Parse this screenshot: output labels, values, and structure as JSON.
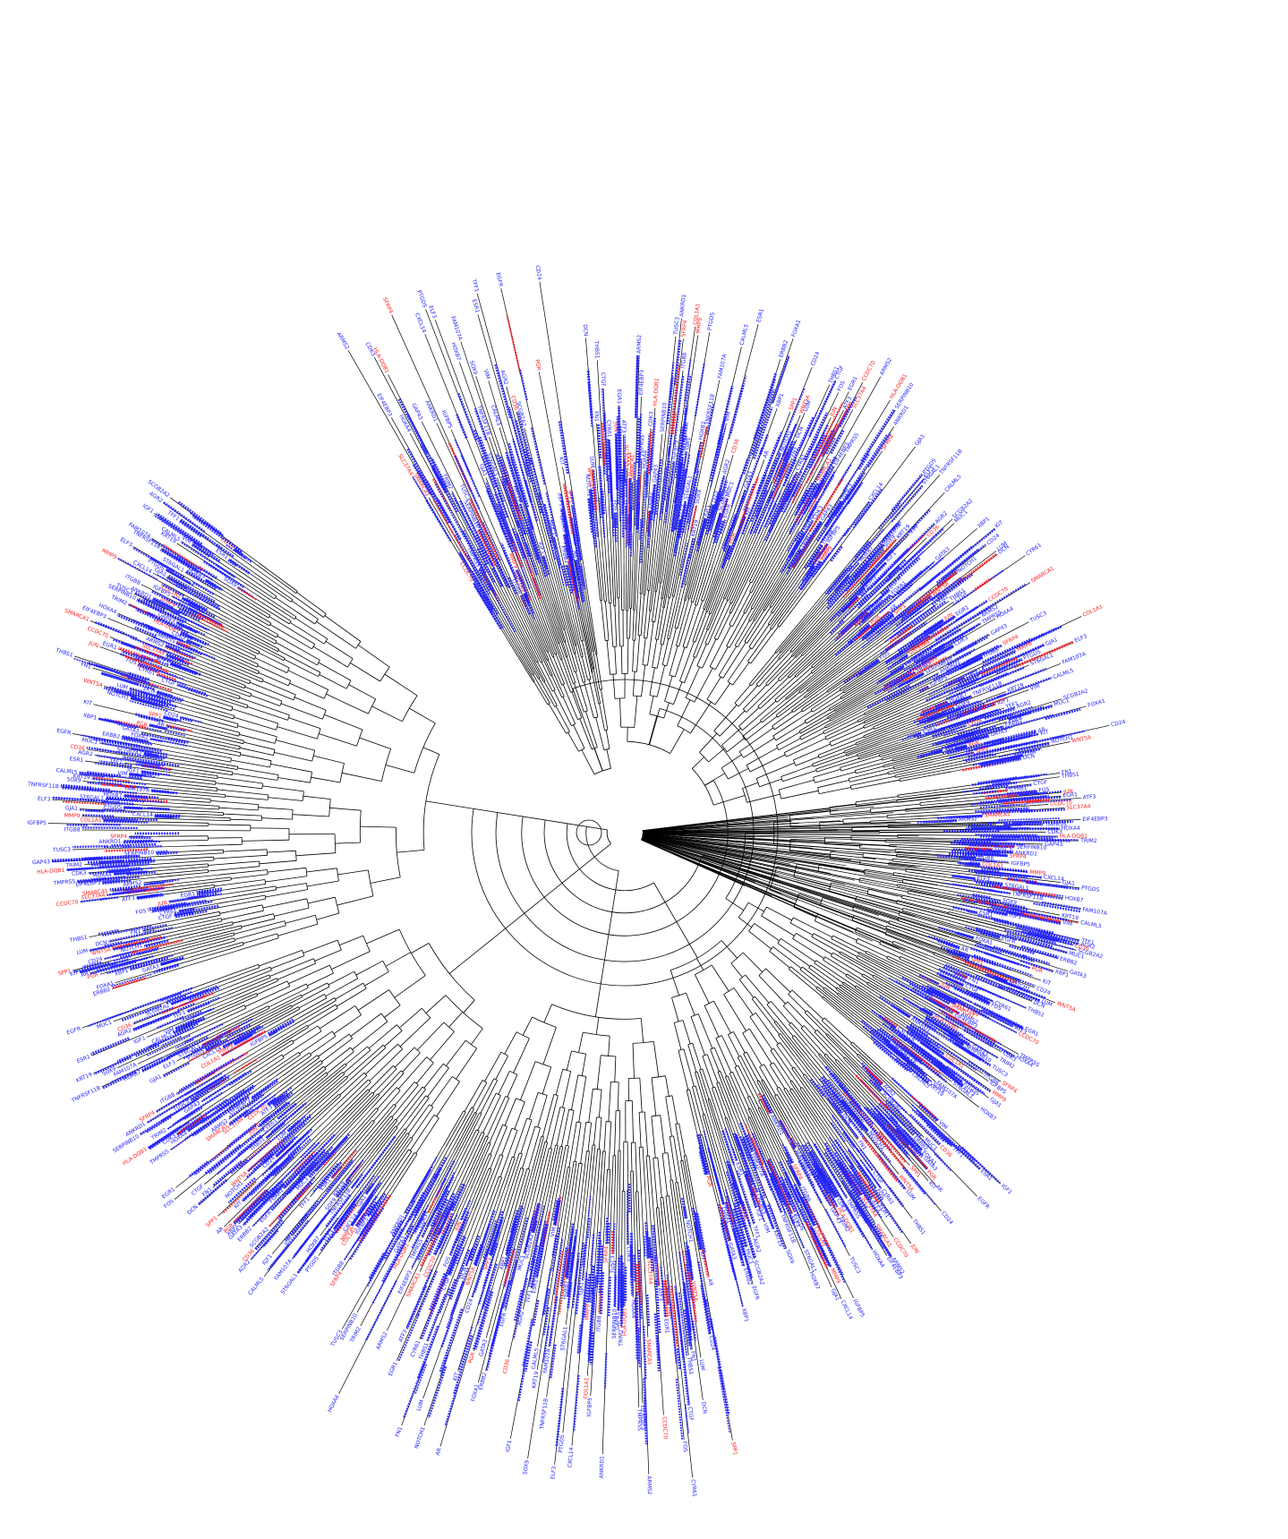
{
  "figure": {
    "type": "circular-dendrogram",
    "background": "#ffffff",
    "branch_color": "#000000",
    "label_colors": {
      "default": "#2020ff",
      "highlighted": "#ff2020"
    },
    "legible_labels": [
      {
        "text": "CCDC70",
        "color": "highlighted"
      },
      {
        "text": "SLC37A4",
        "color": "highlighted"
      },
      {
        "text": "SMARCA1",
        "color": "highlighted"
      },
      {
        "text": "ARMS2",
        "color": "default"
      },
      {
        "text": "EIF4EBP3",
        "color": "default"
      },
      {
        "text": "TMPRSS",
        "color": "default"
      },
      {
        "text": "HOXA4",
        "color": "default"
      },
      {
        "text": "CDK3",
        "color": "default"
      },
      {
        "text": "HLA-DQB1",
        "color": "highlighted"
      },
      {
        "text": "TRIM2",
        "color": "default"
      },
      {
        "text": "GAP43",
        "color": "default"
      },
      {
        "text": "SERPINB10",
        "color": "default"
      },
      {
        "text": "TUSC3",
        "color": "default"
      },
      {
        "text": "ANKRD1",
        "color": "default"
      },
      {
        "text": "SFRP4",
        "color": "highlighted"
      },
      {
        "text": "ITGB8",
        "color": "default"
      },
      {
        "text": "IGFBP5",
        "color": "default"
      },
      {
        "text": "COL1A1",
        "color": "highlighted"
      },
      {
        "text": "MMP9",
        "color": "highlighted"
      },
      {
        "text": "CXCL14",
        "color": "default"
      },
      {
        "text": "GJA1",
        "color": "default"
      },
      {
        "text": "PTGDS",
        "color": "default"
      },
      {
        "text": "ELF3",
        "color": "default"
      },
      {
        "text": "ST6GAL1",
        "color": "default"
      },
      {
        "text": "HOXB7",
        "color": "default"
      },
      {
        "text": "TNFRSF11B",
        "color": "default"
      },
      {
        "text": "FAM107A",
        "color": "default"
      },
      {
        "text": "SOX9",
        "color": "default"
      },
      {
        "text": "KRT19",
        "color": "default"
      },
      {
        "text": "CALML5",
        "color": "default"
      },
      {
        "text": "VIM",
        "color": "default"
      },
      {
        "text": "IGF1",
        "color": "default"
      },
      {
        "text": "ESR1",
        "color": "default"
      },
      {
        "text": "TFF1",
        "color": "default"
      },
      {
        "text": "AGR2",
        "color": "default"
      },
      {
        "text": "CD36",
        "color": "highlighted"
      },
      {
        "text": "SCGB2A2",
        "color": "default"
      },
      {
        "text": "MUC1",
        "color": "default"
      },
      {
        "text": "EGFR",
        "color": "default"
      },
      {
        "text": "ERBB2",
        "color": "default"
      },
      {
        "text": "FOXA1",
        "color": "default"
      },
      {
        "text": "GATA3",
        "color": "default"
      },
      {
        "text": "XBP1",
        "color": "default"
      },
      {
        "text": "PGR",
        "color": "highlighted"
      },
      {
        "text": "AR",
        "color": "default"
      },
      {
        "text": "KIT",
        "color": "default"
      },
      {
        "text": "SPP1",
        "color": "highlighted"
      },
      {
        "text": "CD24",
        "color": "default"
      },
      {
        "text": "NOTCH1",
        "color": "default"
      },
      {
        "text": "WNT5A",
        "color": "highlighted"
      },
      {
        "text": "LUM",
        "color": "default"
      },
      {
        "text": "DCN",
        "color": "default"
      },
      {
        "text": "FN1",
        "color": "default"
      },
      {
        "text": "THBS1",
        "color": "default"
      },
      {
        "text": "CTGF",
        "color": "default"
      },
      {
        "text": "CYR61",
        "color": "default"
      },
      {
        "text": "FOS",
        "color": "default"
      },
      {
        "text": "JUN",
        "color": "highlighted"
      },
      {
        "text": "EGR1",
        "color": "default"
      },
      {
        "text": "ATF3",
        "color": "default"
      }
    ]
  }
}
